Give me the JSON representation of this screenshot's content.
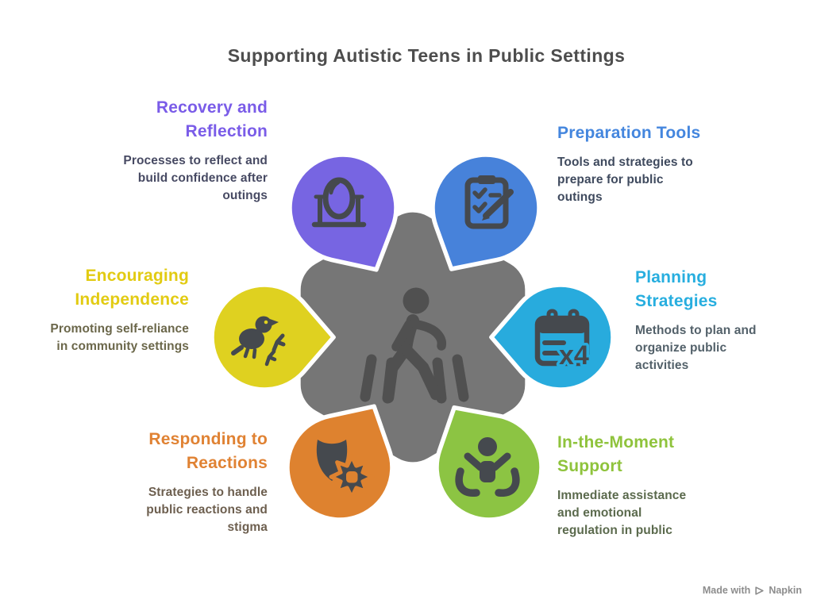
{
  "title": "Supporting Autistic Teens in Public Settings",
  "palette": {
    "title_color": "#4D4D4D",
    "hexagon_fill": "#767676",
    "hexagon_icon_color": "#505050",
    "node_icon_color": "#45494E",
    "outline_color": "#FFFFFF",
    "watermark_color": "#8D8D8D"
  },
  "center": {
    "icon": "pedestrian-crossing-icon"
  },
  "nodes": [
    {
      "id": "recovery-and-reflection",
      "label": [
        "Recovery and",
        "Reflection"
      ],
      "description": [
        "Processes to reflect and",
        "build confidence after",
        "outings"
      ],
      "color": "#7765E2",
      "label_color": "#7A5CE8",
      "desc_color": "#474A63",
      "icon": "mirror-icon",
      "position": "top-left"
    },
    {
      "id": "preparation-tools",
      "label": [
        "Preparation Tools"
      ],
      "description": [
        "Tools and strategies to",
        "prepare for public",
        "outings"
      ],
      "color": "#4782DA",
      "label_color": "#4486DE",
      "desc_color": "#3F4A5E",
      "icon": "checklist-pencil-icon",
      "position": "top-right"
    },
    {
      "id": "planning-strategies",
      "label": [
        "Planning",
        "Strategies"
      ],
      "description": [
        "Methods to plan and",
        "organize public",
        "activities"
      ],
      "color": "#28ABDD",
      "label_color": "#27AEDF",
      "desc_color": "#53616A",
      "icon": "calendar-x4-icon",
      "icon_text": "x4",
      "position": "right"
    },
    {
      "id": "in-the-moment-support",
      "label": [
        "In-the-Moment",
        "Support"
      ],
      "description": [
        "Immediate assistance",
        "and emotional",
        "regulation in public"
      ],
      "color": "#8CC443",
      "label_color": "#8FC33C",
      "desc_color": "#5B6A4D",
      "icon": "supporting-hands-icon",
      "position": "bottom-right"
    },
    {
      "id": "responding-to-reactions",
      "label": [
        "Responding to",
        "Reactions"
      ],
      "description": [
        "Strategies to handle",
        "public reactions and",
        "stigma"
      ],
      "color": "#DE822F",
      "label_color": "#E08233",
      "desc_color": "#6D5F4F",
      "icon": "shield-burst-icon",
      "position": "bottom-left"
    },
    {
      "id": "encouraging-independence",
      "label": [
        "Encouraging",
        "Independence"
      ],
      "description": [
        "Promoting self-reliance",
        "in community settings"
      ],
      "color": "#DFD120",
      "label_color": "#E2CB12",
      "desc_color": "#6B674A",
      "icon": "bird-icon",
      "position": "left"
    }
  ],
  "watermark": {
    "prefix": "Made with",
    "brand": "Napkin"
  }
}
